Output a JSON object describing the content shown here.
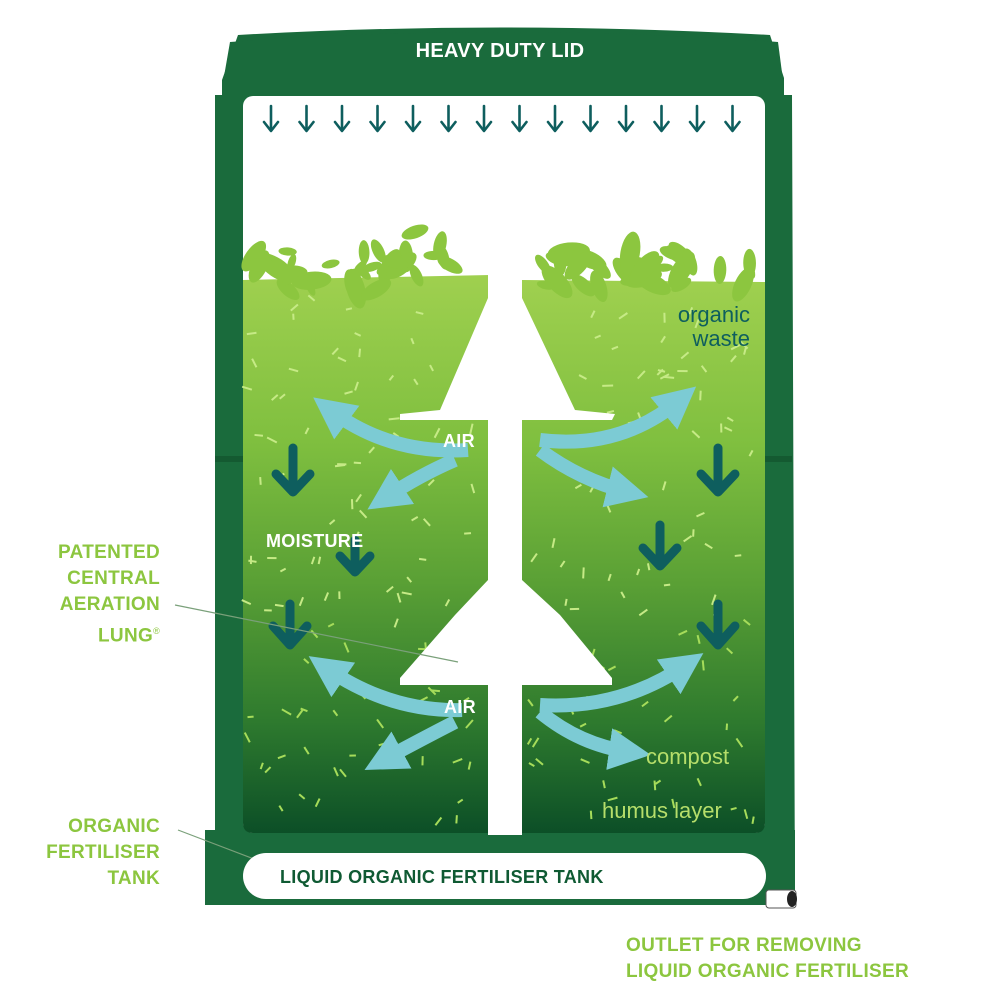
{
  "labels": {
    "lid": "HEAVY DUTY LID",
    "air_top": "AIR",
    "air_bottom": "AIR",
    "moisture": "MOISTURE",
    "organic_waste": [
      "organic",
      "waste"
    ],
    "compost": "compost",
    "humus_layer": "humus layer",
    "tank": "LIQUID ORGANIC FERTILISER TANK",
    "lung": [
      "PATENTED",
      "CENTRAL",
      "AERATION",
      "LUNG"
    ],
    "lung_mark": "®",
    "fertiliser_tank": [
      "ORGANIC",
      "FERTILISER",
      "TANK"
    ],
    "outlet": [
      "OUTLET FOR REMOVING",
      "LIQUID ORGANIC FERTILISER"
    ]
  },
  "colors": {
    "bin_green": "#1a6b3c",
    "lime": "#8cc63f",
    "air_arrow": "#7ccbd4",
    "moisture_arrow": "#0e5e5e",
    "compost_light": "#8cc63f",
    "compost_dark": "#0c4f27"
  },
  "icons": {
    "lid_arrows": "down-arrow-icon",
    "air": "curved-arrow-icon",
    "moisture": "down-arrow-icon",
    "outlet": "tap-outlet-icon"
  }
}
